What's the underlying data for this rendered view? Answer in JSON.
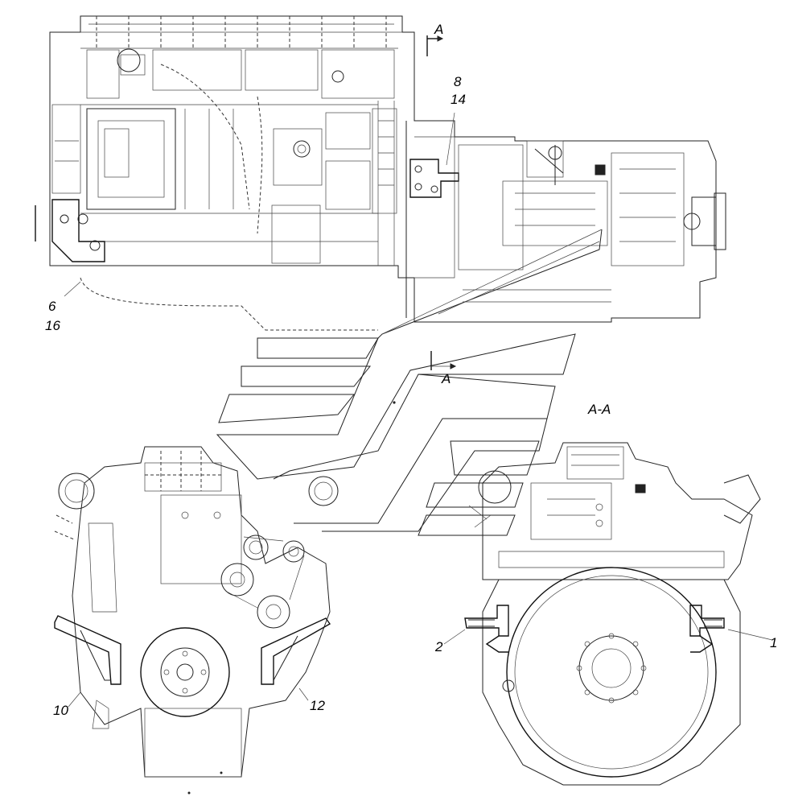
{
  "labels": {
    "section_top": "A",
    "section_mid": "A",
    "section_view": "A-A",
    "callout_8": "8",
    "callout_14": "14",
    "callout_6": "6",
    "callout_16": "16",
    "callout_10": "10",
    "callout_12": "12",
    "callout_2": "2",
    "callout_1": "1"
  }
}
